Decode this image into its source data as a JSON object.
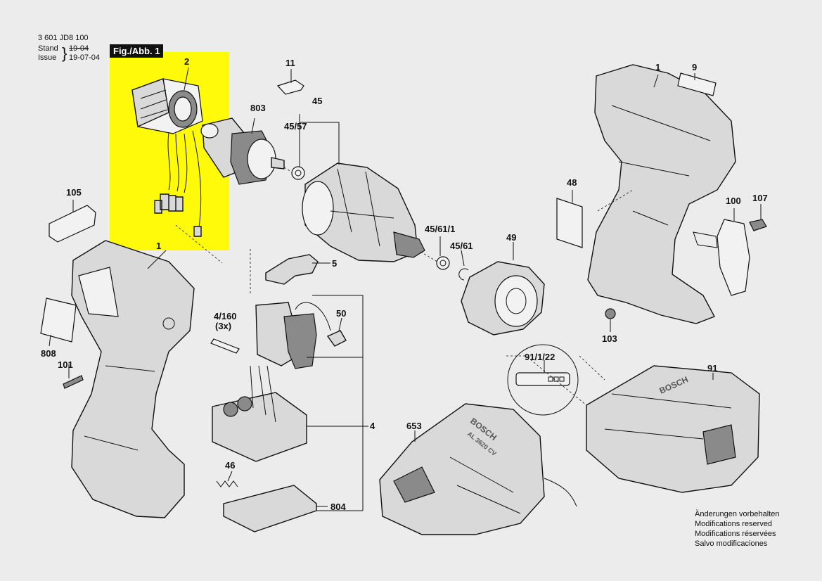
{
  "header": {
    "doc_number": "3 601 JD8 100",
    "stand_label": "Stand",
    "stand_old": "19-04",
    "issue_label": "Issue",
    "issue_date": "19-07-04",
    "brace": "}"
  },
  "figure": {
    "label": "Fig./Abb. 1",
    "highlight_color": "#fffa0a"
  },
  "callouts": {
    "c2": "2",
    "c11": "11",
    "c45": "45",
    "c803": "803",
    "c45_57": "45/57",
    "c1_right": "1",
    "c9": "9",
    "c105": "105",
    "c48": "48",
    "c107": "107",
    "c100": "100",
    "c45_61_1": "45/61/1",
    "c45_61": "45/61",
    "c49": "49",
    "c1_left": "1",
    "c5": "5",
    "c4_160": "4/160",
    "c3x": "(3x)",
    "c50": "50",
    "c103": "103",
    "c808": "808",
    "c101": "101",
    "c91_1_22": "91/1/22",
    "c91": "91",
    "c4": "4",
    "c653": "653",
    "c46": "46",
    "c804": "804"
  },
  "product_text": {
    "charger_brand": "BOSCH",
    "charger_model": "AL 3620 CV",
    "battery_brand": "BOSCH"
  },
  "notes": [
    "Änderungen vorbehalten",
    "Modifications reserved",
    "Modifications réservées",
    "Salvo modificaciones"
  ]
}
